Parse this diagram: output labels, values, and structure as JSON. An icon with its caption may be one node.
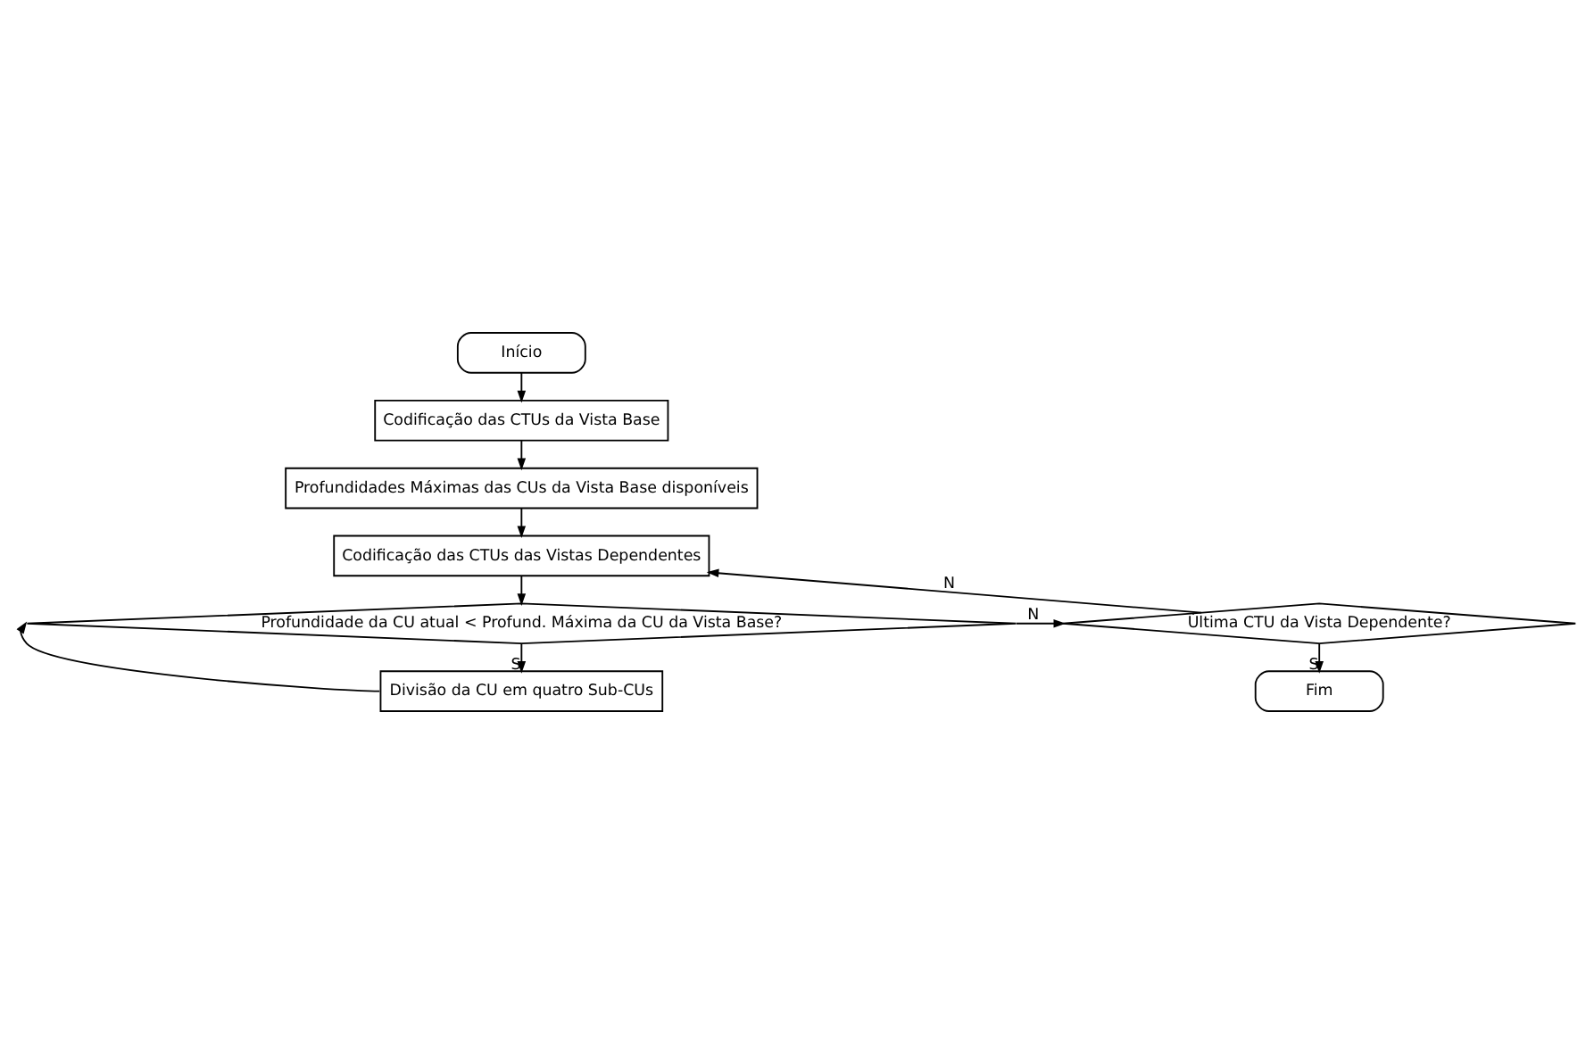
{
  "diagram": {
    "nodes": [
      {
        "text": [
          "Início"
        ]
      },
      {
        "text": [
          "Codificação das CTUs da Vista Base"
        ]
      },
      {
        "text": [
          "Profundidades Máximas das CUs da Vista Base disponíveis"
        ]
      },
      {
        "text": [
          "Codificação das CTUs das Vistas Dependentes"
        ]
      },
      {
        "text": [
          "Profundidade da CU atual < Profund. Máxima da CU da Vista Base?"
        ]
      },
      {
        "text": [
          "Última CTU da Vista Dependente?"
        ]
      },
      {
        "text": [
          "Divisão da CU em quatro Sub-CUs"
        ]
      },
      {
        "text": [
          "Fim"
        ]
      }
    ],
    "edges": [
      {
        "from": 0,
        "to": 1,
        "arrow": "to"
      },
      {
        "from": 1,
        "to": 2,
        "arrow": "to"
      },
      {
        "from": 2,
        "to": 3,
        "arrow": "to"
      },
      {
        "from": 3,
        "to": 4,
        "arrow": "to"
      },
      {
        "from": 4,
        "to": 5,
        "arrow": "to",
        "label": "N"
      },
      {
        "from": 4,
        "to": 6,
        "arrow": "to",
        "label": "S"
      },
      {
        "from": 6,
        "to": 4,
        "arrow": "to"
      },
      {
        "from": 5,
        "to": 7,
        "arrow": "to",
        "label": "S"
      },
      {
        "from": 5,
        "to": 3,
        "arrow": "to",
        "label": "N"
      }
    ]
  }
}
